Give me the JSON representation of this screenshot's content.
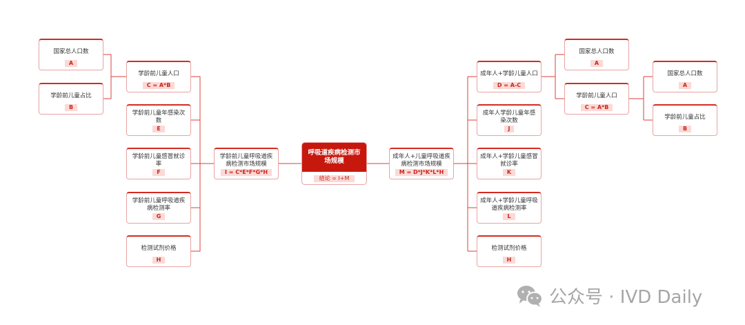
{
  "center": {
    "title": "呼吸道疾病检测市场规模",
    "formula": "结论 = I+M"
  },
  "left": {
    "col1": [
      {
        "title": "国家总人口数",
        "formula": "A"
      },
      {
        "title": "学龄前儿童占比",
        "formula": "B"
      }
    ],
    "col2": [
      {
        "title": "学龄前儿童人口",
        "formula": "C = A*B"
      },
      {
        "title": "学龄前儿童年感染次数",
        "formula": "E"
      },
      {
        "title": "学龄前儿童感冒就诊率",
        "formula": "F"
      },
      {
        "title": "学龄前儿童呼吸道疾病检测率",
        "formula": "G"
      },
      {
        "title": "检测试剂价格",
        "formula": "H"
      }
    ],
    "col3": {
      "title": "学龄前儿童呼吸道疾病检测市场规模",
      "formula": "I = C*E*F*G*H"
    }
  },
  "right": {
    "col3": {
      "title": "成年人+儿童呼吸道疾病检测市场规模",
      "formula": "M = D*J*K*L*H"
    },
    "col2": [
      {
        "title": "成年人+学龄儿童人口",
        "formula": "D = A-C"
      },
      {
        "title": "成年人学龄儿童年感染次数",
        "formula": "J"
      },
      {
        "title": "成年人+学龄儿童感冒就诊率",
        "formula": "K"
      },
      {
        "title": "成年人+学龄儿童呼吸道疾病检测率",
        "formula": "L"
      },
      {
        "title": "检测试剂价格",
        "formula": "H"
      }
    ],
    "col4": [
      {
        "title": "国家总人口数",
        "formula": "A"
      },
      {
        "title": "学龄前儿童人口",
        "formula": "C = A*B"
      }
    ],
    "col5": [
      {
        "title": "国家总人口数",
        "formula": "A"
      },
      {
        "title": "学龄前儿童占比",
        "formula": "B"
      }
    ]
  },
  "watermark": {
    "text": "公众号 · IVD Daily",
    "icon": "wechat-icon"
  },
  "colors": {
    "accent": "#c7180e",
    "connector": "#d9413a",
    "pill": "#fbd9d6"
  }
}
